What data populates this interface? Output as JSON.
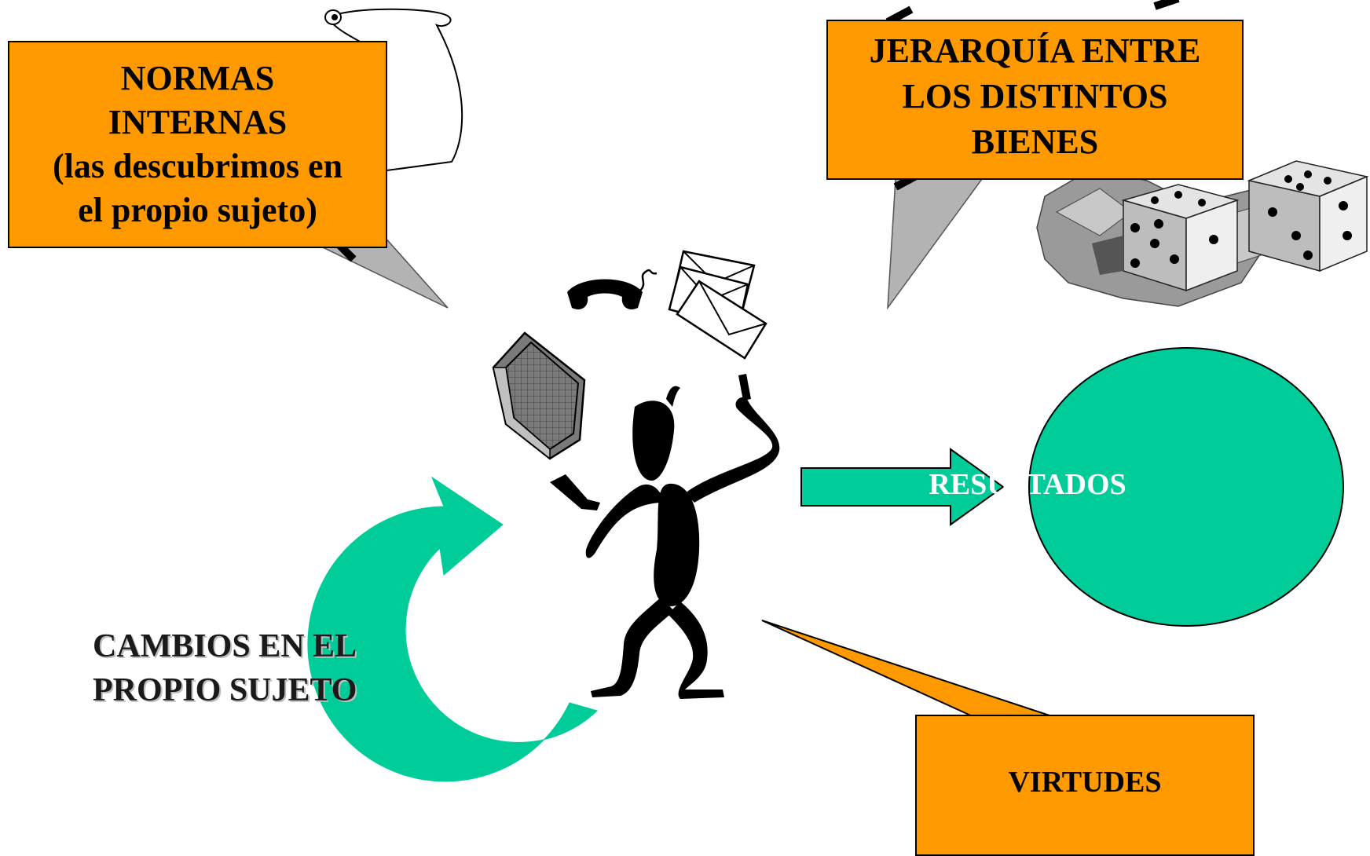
{
  "callouts": {
    "normas": {
      "line1": "NORMAS",
      "line2": "INTERNAS",
      "line3": "(las descubrimos en",
      "line4": "el propio sujeto)"
    },
    "jerarquia": {
      "line1": "JERARQUÍA ENTRE",
      "line2": "LOS DISTINTOS",
      "line3": "BIENES"
    },
    "virtudes": {
      "label": "VIRTUDES"
    }
  },
  "resultados": {
    "label": "RESULTADOS"
  },
  "cambios": {
    "line1": "CAMBIOS EN EL",
    "line2": "PROPIO SUJETO"
  },
  "colors": {
    "callout_fill": "#ff9900",
    "teal": "#00cc99",
    "figure": "#000000",
    "pointer_gray": "#b3b3b3"
  },
  "icons": [
    "scroll-icon",
    "dice-icon",
    "telephone-icon",
    "envelopes-icon",
    "keyboard-icon",
    "juggling-figure-icon"
  ]
}
